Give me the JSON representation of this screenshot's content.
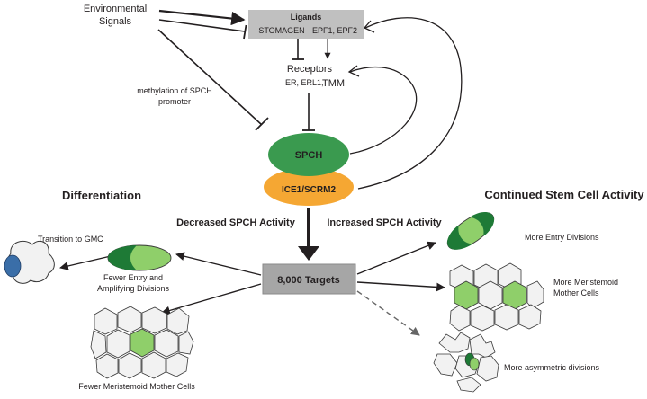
{
  "inputs": {
    "environmental_signals": [
      "Environmental",
      "Signals"
    ],
    "methylation": [
      "methylation of SPCH",
      "promoter"
    ]
  },
  "ligands": {
    "title": "Ligands",
    "left": "STOMAGEN",
    "right": "EPF1, EPF2"
  },
  "receptors": {
    "title": "Receptors",
    "list_small": "ER, ERL1,",
    "list_tmm": "TMM"
  },
  "core": {
    "spch": "SPCH",
    "partners": "ICE1/SCRM2"
  },
  "branches": {
    "decreased": "Decreased SPCH Activity",
    "increased": "Increased SPCH Activity",
    "targets": "8,000 Targets"
  },
  "differentiation": {
    "heading": "Differentiation",
    "gmc": "Transition to GMC",
    "fewer_entry": [
      "Fewer Entry and",
      "Amplifying Divisions"
    ],
    "fewer_mmc": "Fewer Meristemoid Mother Cells"
  },
  "stem": {
    "heading": "Continued Stem Cell Activity",
    "more_entry": "More Entry Divisions",
    "more_mmc": [
      "More Meristemoid",
      "Mother Cells"
    ],
    "more_asym": "More asymmetric divisions"
  },
  "colors": {
    "spch_green": "#3a9a4f",
    "partner_orange": "#f5a733",
    "box_gray": "#c0c0c0",
    "targets_gray": "#a6a6a6",
    "cell_green": "#8fcf6a",
    "dark_green": "#1e7a36",
    "gmc_blue": "#3a6ea8"
  }
}
